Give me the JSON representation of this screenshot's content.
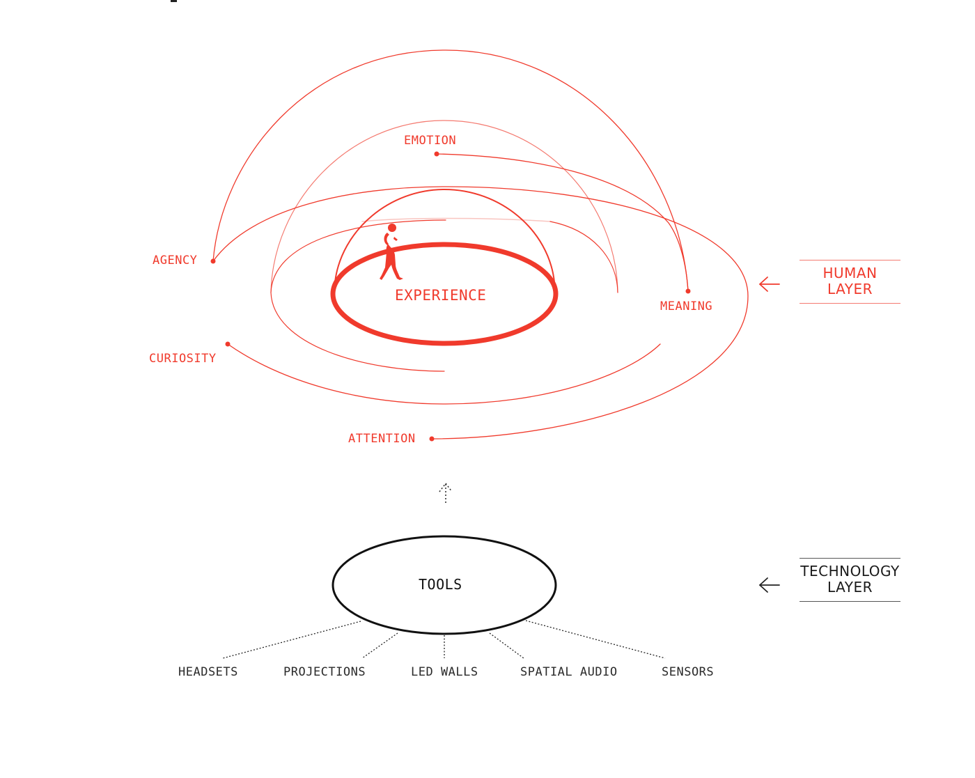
{
  "colors": {
    "human": "#f03a2c",
    "human_light": "#f47a70",
    "technology": "#111111"
  },
  "human_layer": {
    "center_label": "EXPERIENCE",
    "nodes": [
      {
        "id": "emotion",
        "label": "EMOTION"
      },
      {
        "id": "agency",
        "label": "AGENCY"
      },
      {
        "id": "meaning",
        "label": "MEANING"
      },
      {
        "id": "curiosity",
        "label": "CURIOSITY"
      },
      {
        "id": "attention",
        "label": "ATTENTION"
      }
    ],
    "figure_icon": "walking-person-icon"
  },
  "connector": {
    "icon": "dotted-up-arrow-icon"
  },
  "technology_layer": {
    "center_label": "TOOLS",
    "items": [
      {
        "id": "headsets",
        "label": "HEADSETS"
      },
      {
        "id": "projections",
        "label": "PROJECTIONS"
      },
      {
        "id": "led_walls",
        "label": "LED WALLS"
      },
      {
        "id": "spatial_audio",
        "label": "SPATIAL AUDIO"
      },
      {
        "id": "sensors",
        "label": "SENSORS"
      }
    ]
  },
  "legend": {
    "human_layer": {
      "line1": "HUMAN",
      "line2": "LAYER",
      "icon": "left-arrow-icon"
    },
    "technology_layer": {
      "line1": "TECHNOLOGY",
      "line2": "LAYER",
      "icon": "left-arrow-icon"
    }
  }
}
